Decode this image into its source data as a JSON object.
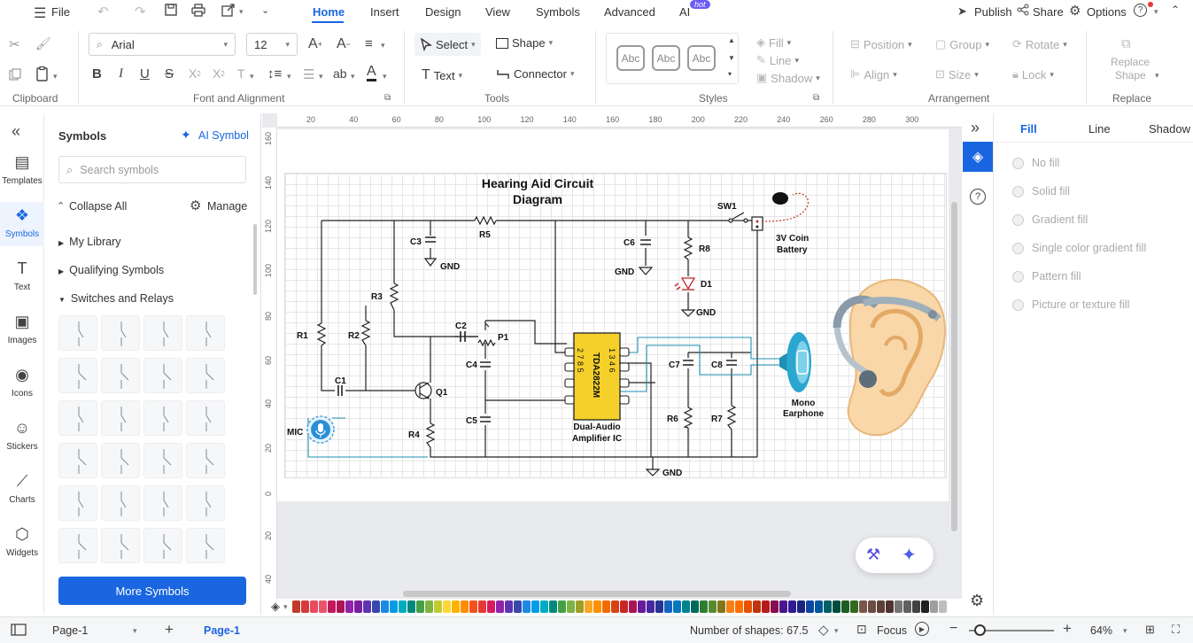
{
  "menubar": {
    "file": "File",
    "tabs": [
      "Home",
      "Insert",
      "Design",
      "View",
      "Symbols",
      "Advanced",
      "AI"
    ],
    "ai_badge": "hot",
    "publish": "Publish",
    "share": "Share",
    "options": "Options"
  },
  "ribbon": {
    "clipboard": {
      "label": "Clipboard"
    },
    "font": {
      "family": "Arial",
      "size": "12",
      "label": "Font and Alignment"
    },
    "tools": {
      "select": "Select",
      "shape": "Shape",
      "text": "Text",
      "connector": "Connector",
      "label": "Tools"
    },
    "styles": {
      "sample": "Abc",
      "label": "Styles",
      "fill": "Fill",
      "line": "Line",
      "shadow": "Shadow"
    },
    "arrangement": {
      "position": "Position",
      "group": "Group",
      "rotate": "Rotate",
      "align": "Align",
      "size": "Size",
      "lock": "Lock",
      "label": "Arrangement"
    },
    "replace": {
      "btn_line1": "Replace",
      "btn_line2": "Shape",
      "label": "Replace"
    }
  },
  "leftnav": [
    {
      "label": "Templates",
      "icon": "templates-icon"
    },
    {
      "label": "Symbols",
      "icon": "symbols-icon"
    },
    {
      "label": "Text",
      "icon": "text-icon"
    },
    {
      "label": "Images",
      "icon": "images-icon"
    },
    {
      "label": "Icons",
      "icon": "icons-icon"
    },
    {
      "label": "Stickers",
      "icon": "stickers-icon"
    },
    {
      "label": "Charts",
      "icon": "charts-icon"
    },
    {
      "label": "Widgets",
      "icon": "widgets-icon"
    }
  ],
  "symbols": {
    "title": "Symbols",
    "ai_symbol": "AI Symbol",
    "search_placeholder": "Search symbols",
    "collapse_all": "Collapse All",
    "manage": "Manage",
    "tree": [
      "My Library",
      "Qualifying Symbols",
      "Switches and Relays"
    ],
    "more": "More Symbols"
  },
  "ruler": {
    "top": [
      "20",
      "40",
      "60",
      "80",
      "100",
      "120",
      "140",
      "160",
      "180",
      "200",
      "220",
      "240",
      "260",
      "280",
      "300"
    ],
    "left": [
      "160",
      "140",
      "120",
      "100",
      "80",
      "60",
      "40",
      "20",
      "0",
      "20",
      "40"
    ]
  },
  "diagram": {
    "title_line1": "Hearing Aid Circuit",
    "title_line2": "Diagram",
    "labels": {
      "sw1": "SW1",
      "battery1": "3V Coin",
      "battery2": "Battery",
      "c3": "C3",
      "gnd": "GND",
      "r5": "R5",
      "c6": "C6",
      "r8": "R8",
      "d1": "D1",
      "r3": "R3",
      "c2": "C2",
      "p1": "P1",
      "r1": "R1",
      "r2": "R2",
      "c4": "C4",
      "c1": "C1",
      "q1": "Q1",
      "c5": "C5",
      "r4": "R4",
      "mic": "MIC",
      "c7": "C7",
      "c8": "C8",
      "r6": "R6",
      "r7": "R7",
      "ic_name": "TDA2822M",
      "ic1": "Dual-Audio",
      "ic2": "Amplifier IC",
      "ear1": "Mono",
      "ear2": "Earphone",
      "pins_left": "2 7 8 5",
      "pins_right": "1 3 4 6"
    }
  },
  "rightpanel": {
    "tabs": [
      "Fill",
      "Line",
      "Shadow"
    ],
    "fill_options": [
      "No fill",
      "Solid fill",
      "Gradient fill",
      "Single color gradient fill",
      "Pattern fill",
      "Picture or texture fill"
    ]
  },
  "status": {
    "page_select": "Page-1",
    "page_tab": "Page-1",
    "shapes": "Number of shapes: 67.5",
    "focus": "Focus",
    "zoom": "64%"
  },
  "palette": [
    "#c0392b",
    "#d63a3a",
    "#e84a5f",
    "#e9546b",
    "#c2185b",
    "#ad1457",
    "#8e24aa",
    "#7b1fa2",
    "#5e35b1",
    "#3949ab",
    "#1e88e5",
    "#039be5",
    "#00acc1",
    "#00897b",
    "#43a047",
    "#7cb342",
    "#c0ca33",
    "#fdd835",
    "#ffb300",
    "#fb8c00",
    "#f4511e",
    "#e53935",
    "#d81b60",
    "#8e24aa",
    "#5e35b1",
    "#3949ab",
    "#1e88e5",
    "#039be5",
    "#00acc1",
    "#00897b",
    "#43a047",
    "#7cb342",
    "#9e9d24",
    "#f9a825",
    "#ff8f00",
    "#ef6c00",
    "#d84315",
    "#c62828",
    "#ad1457",
    "#6a1b9a",
    "#4527a0",
    "#283593",
    "#1565c0",
    "#0277bd",
    "#00838f",
    "#00695c",
    "#2e7d32",
    "#558b2f",
    "#827717",
    "#f57f17",
    "#ff6f00",
    "#e65100",
    "#bf360c",
    "#b71c1c",
    "#880e4f",
    "#4a148c",
    "#311b92",
    "#1a237e",
    "#0d47a1",
    "#01579b",
    "#006064",
    "#004d40",
    "#1b5e20",
    "#33691e",
    "#795548",
    "#6d4c41",
    "#5d4037",
    "#4e342e",
    "#757575",
    "#616161",
    "#424242",
    "#212121",
    "#9e9e9e",
    "#bdbdbd"
  ]
}
